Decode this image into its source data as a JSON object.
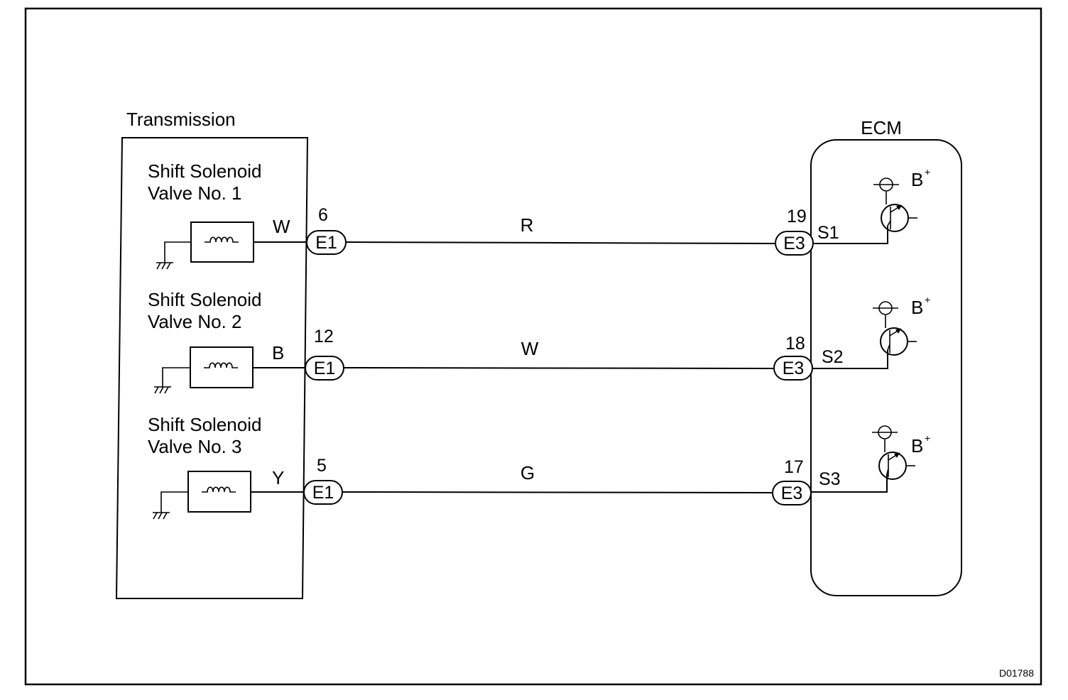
{
  "figure_id": "D01788",
  "transmission": {
    "title": "Transmission"
  },
  "ecm": {
    "title": "ECM"
  },
  "circuits": [
    {
      "solenoid_line1": "Shift  Solenoid",
      "solenoid_line2": "Valve No. 1",
      "trans_wire_color": "W",
      "trans_pin": "6",
      "trans_connector": "E1",
      "harness_wire_color": "R",
      "ecm_pin": "19",
      "ecm_connector": "E3",
      "ecm_terminal": "S1",
      "supply": "B"
    },
    {
      "solenoid_line1": "Shift  Solenoid",
      "solenoid_line2": "Valve No. 2",
      "trans_wire_color": "B",
      "trans_pin": "12",
      "trans_connector": "E1",
      "harness_wire_color": "W",
      "ecm_pin": "18",
      "ecm_connector": "E3",
      "ecm_terminal": "S2",
      "supply": "B"
    },
    {
      "solenoid_line1": "Shift Solenoid",
      "solenoid_line2": "Valve No. 3",
      "trans_wire_color": "Y",
      "trans_pin": "5",
      "trans_connector": "E1",
      "harness_wire_color": "G",
      "ecm_pin": "17",
      "ecm_connector": "E3",
      "ecm_terminal": "S3",
      "supply": "B"
    }
  ]
}
